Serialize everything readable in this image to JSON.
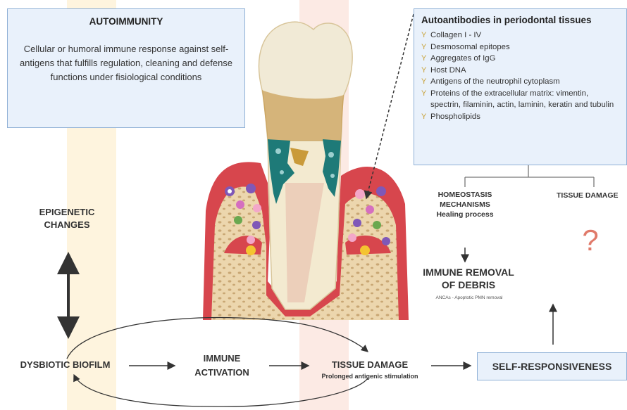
{
  "autoimmunity": {
    "title": "AUTOIMMUNITY",
    "description": "Cellular or humoral immune response against self-antigens that fulfills regulation, cleaning and defense functions under fisiological conditions"
  },
  "autoantibodies": {
    "title": "Autoantibodies in periodontal tissues",
    "items": [
      "Collagen I - IV",
      "Desmosomal epitopes",
      "Aggregates of IgG",
      "Host DNA",
      "Antigens of the neutrophil cytoplasm",
      "Proteins of the extracellular matrix: vimentin, spectrin, filaminin, actin, laminin, keratin and tubulin",
      "Phospholipids"
    ]
  },
  "branches": {
    "homeostasis": [
      "HOMEOSTASIS",
      "MECHANISMS"
    ],
    "healing": "Healing process",
    "tissue_damage": "TISSUE DAMAGE",
    "question": "?"
  },
  "removal": {
    "title": [
      "IMMUNE REMOVAL",
      "OF DEBRIS"
    ],
    "subtitle": "ANCAs - Apoptotic PMN removal"
  },
  "epigenetic": [
    "EPIGENETIC",
    "CHANGES"
  ],
  "flow": {
    "biofilm": "DYSBIOTIC BIOFILM",
    "activation": [
      "IMMUNE",
      "ACTIVATION"
    ],
    "damage": "TISSUE DAMAGE",
    "damage_sub": "Prolonged antigenic stimulation",
    "self": "SELF-RESPONSIVENESS"
  },
  "colors": {
    "box_fill": "#e9f1fb",
    "box_border": "#8fb0d6",
    "gum": "#d7464d",
    "bone": "#e9d2a8",
    "watermark": "#f5b52c"
  }
}
